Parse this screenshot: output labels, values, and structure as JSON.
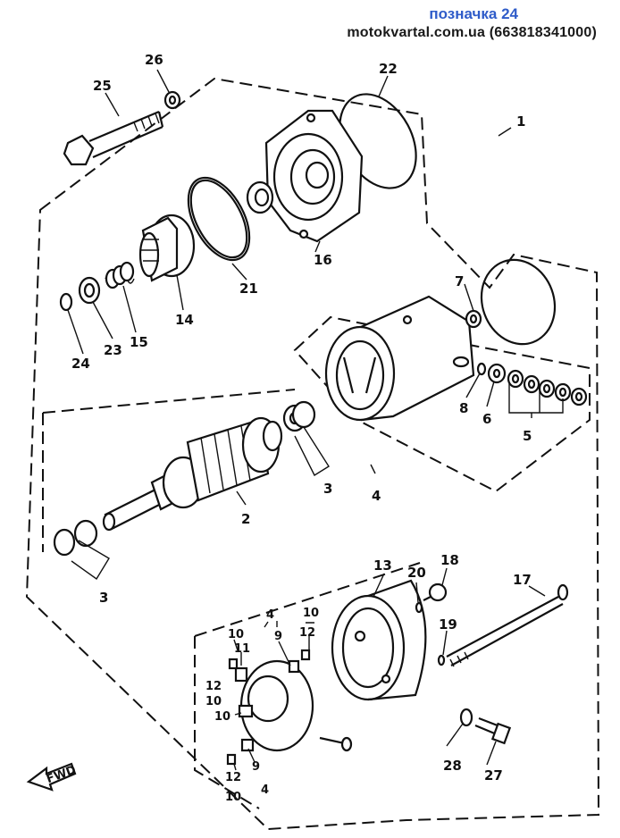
{
  "header": {
    "title": "позначка 24",
    "subtitle": "motokvartal.com.ua (663818341000)"
  },
  "labels": {
    "p1": "1",
    "p2": "2",
    "p3a": "3",
    "p3b": "3",
    "p4a": "4",
    "p5": "5",
    "p6": "6",
    "p7": "7",
    "p8": "8",
    "p13": "13",
    "p14": "14",
    "p15": "15",
    "p16": "16",
    "p17": "17",
    "p18": "18",
    "p19": "19",
    "p20": "20",
    "p21": "21",
    "p22": "22",
    "p23": "23",
    "p24": "24",
    "p25": "25",
    "p26": "26",
    "p27": "27",
    "p28": "28",
    "b_4a": "4",
    "b_9a": "9",
    "b_10a": "10",
    "b_12a": "12",
    "b_10b": "10",
    "b_11b": "11",
    "b_12b": "12",
    "b_10c": "10",
    "b_10d": "10",
    "b_9e": "9",
    "b_12e": "12",
    "b_10e": "10",
    "b_4e": "4"
  },
  "fwd_label": "FWD"
}
